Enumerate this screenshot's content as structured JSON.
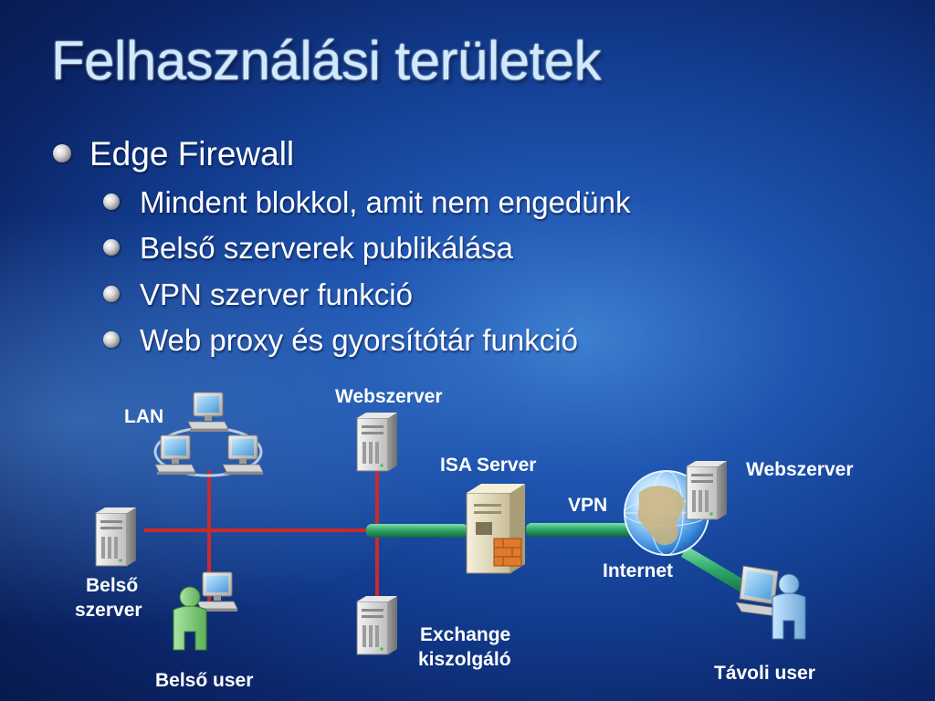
{
  "slide": {
    "title": "Felhasználási területek",
    "bullet": "Edge Firewall",
    "sub_bullets": [
      "Mindent blokkol, amit nem engedünk",
      "Belső szerverek publikálása",
      "VPN szerver funkció",
      "Web proxy és gyorsítótár funkció"
    ]
  },
  "diagram": {
    "labels": {
      "lan": "LAN",
      "webserver_internal": "Webszerver",
      "isa_server": "ISA Server",
      "vpn": "VPN",
      "webserver_internet": "Webszerver",
      "internet": "Internet",
      "belso_szerver_line1": "Belső",
      "belso_szerver_line2": "szerver",
      "belso_user": "Belső user",
      "exchange_line1": "Exchange",
      "exchange_line2": "kiszolgáló",
      "tavoli_user": "Távoli user"
    },
    "icons": [
      "lan-computers-icon",
      "server-icon",
      "isa-server-icon",
      "globe-icon",
      "user-workstation-icon",
      "laptop-user-icon"
    ],
    "colors": {
      "lan_line": "#cc2a2a",
      "vpn_pipe": "#2fa86a",
      "title": "#cfeaff",
      "text": "#ffffff"
    }
  }
}
